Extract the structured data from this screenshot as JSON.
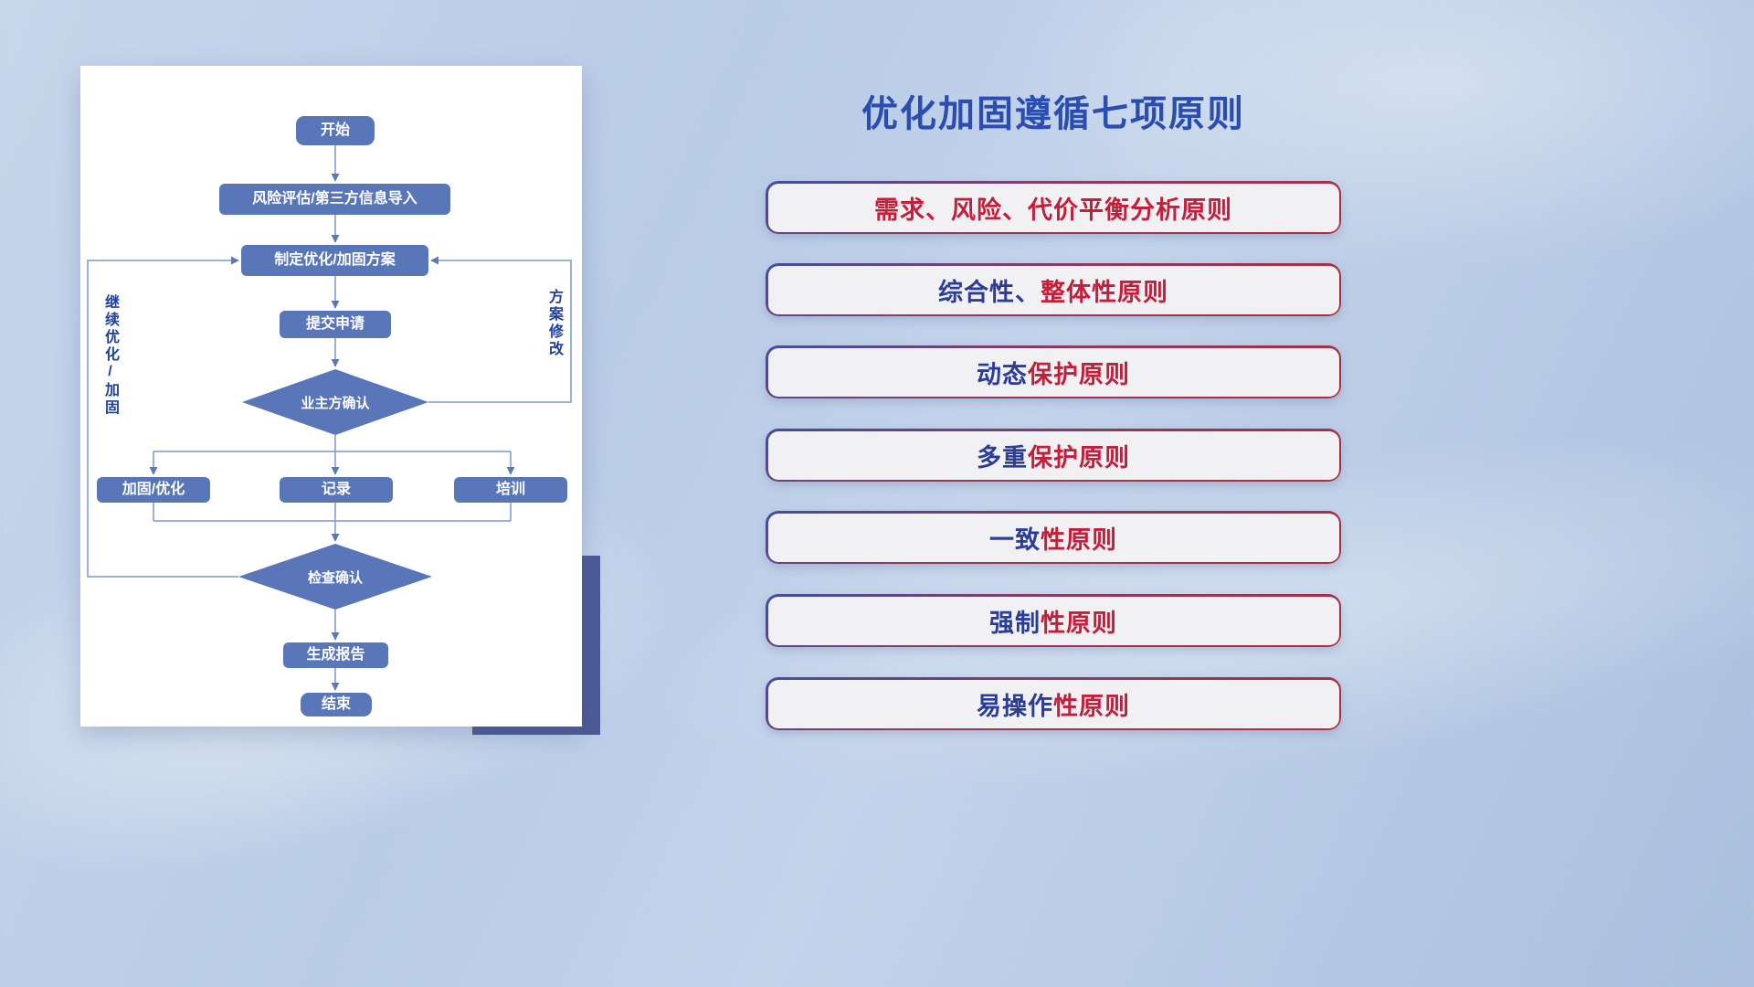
{
  "panel": {
    "title": "优化加固遵循七项原则",
    "items": [
      {
        "navy": "",
        "red": "需求、风险、代价平衡分析原则"
      },
      {
        "navy": "综合性、",
        "red": "整体性原则"
      },
      {
        "navy": "动态",
        "red": "保护原则"
      },
      {
        "navy": "多重",
        "red": "保护原则"
      },
      {
        "navy": "一致",
        "red": "性原则"
      },
      {
        "navy": "强制",
        "red": "性原则"
      },
      {
        "navy": "易操作",
        "red": "性原则"
      }
    ]
  },
  "flowchart": {
    "nodes": {
      "start": "开始",
      "risk_import": "风险评估/第三方信息导入",
      "make_plan": "制定优化/加固方案",
      "submit": "提交申请",
      "owner_confirm": "业主方确认",
      "harden": "加固/优化",
      "record": "记录",
      "train": "培训",
      "check_confirm": "检查确认",
      "report": "生成报告",
      "end": "结束"
    },
    "loop_labels": {
      "left": "继续优化/加固",
      "right": "方案修改"
    }
  },
  "colors": {
    "title_blue": "#2b4db0",
    "node_blue": "#5876b8",
    "connector_blue": "#7d98cc",
    "navy_text": "#2b3d96",
    "red_text": "#c41e3a",
    "pill_bg": "#f1f1f4",
    "accent_rect": "#4a5a99"
  }
}
